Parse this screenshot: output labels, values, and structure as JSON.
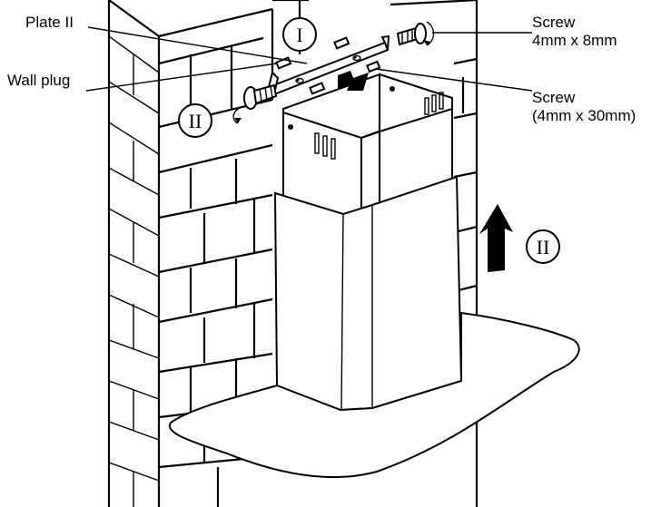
{
  "labels": {
    "plate": "Plate II",
    "wall_plug": "Wall plug",
    "screw_top_line1": "Screw",
    "screw_top_line2": "4mm x 8mm",
    "screw_side_line1": "Screw",
    "screw_side_line2": "(4mm x 30mm)"
  },
  "step_markers": {
    "top_plugs": "I",
    "left_screw": "II",
    "up_arrow": "II"
  },
  "colors": {
    "line": "#000000",
    "background": "#ffffff"
  }
}
